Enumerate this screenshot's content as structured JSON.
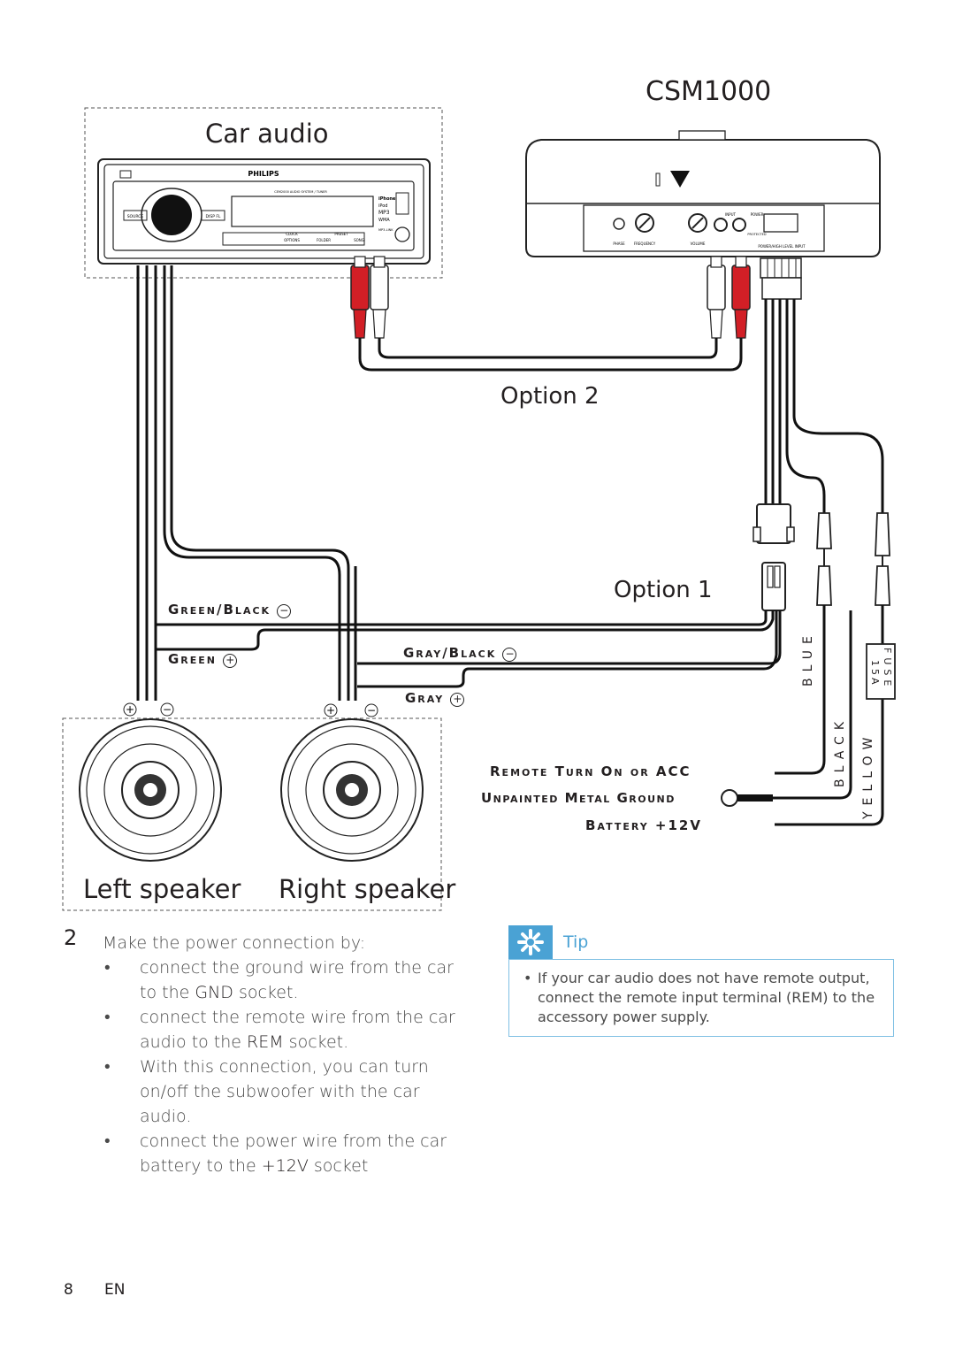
{
  "diagram": {
    "product_label": "CSM1000",
    "car_audio_label": "Car audio",
    "option2_label": "Option 2",
    "option1_label": "Option 1",
    "wire_green_black": "Green/Black",
    "wire_green": "Green",
    "wire_gray_black": "Gray/Black",
    "wire_gray": "Gray",
    "remote_label": "Remote Turn On or ACC",
    "ground_label": "Unpainted Metal Ground",
    "battery_label": "Battery +12V",
    "blue": "BLUE",
    "black": "BLACK",
    "yellow": "YELLOW",
    "fuse": "FUSE",
    "fuse_rating": "15A",
    "left_speaker": "Left speaker",
    "right_speaker": "Right speaker",
    "head_unit": {
      "brand": "PHILIPS",
      "model_line": "CEM2000 AUDIO SYSTEM / TUNER",
      "source": "SOURCE",
      "disp": "DISP FL",
      "options": "OPTIONS",
      "folder": "FOLDER",
      "song": "SONG",
      "clock": "CLOCK",
      "preset": "PRESET",
      "iphone": "iPhone",
      "ipod": "iPod",
      "mp3": "MP3",
      "wma": "WMA",
      "mp3_link": "MP3-LINK"
    },
    "amp": {
      "input": "INPUT",
      "power": "POWER",
      "protected": "PROTECTED",
      "phase": "PHASE",
      "frequency": "FREQUENCY",
      "volume": "VOLUME",
      "power_high_level_input": "POWER/HIGH LEVEL INPUT"
    }
  },
  "instructions": {
    "step_number": "2",
    "intro": "Make the power connection by:",
    "bullets": [
      [
        "connect the ground wire from the car to the ",
        "GND",
        " socket."
      ],
      [
        "connect the remote wire from the car audio to the ",
        "REM",
        " socket."
      ],
      [
        "With this connection, you can turn on/off the subwoofer with the car audio.",
        "",
        ""
      ],
      [
        "connect the power wire from the car battery to the ",
        "+12V",
        " socket"
      ]
    ]
  },
  "tip": {
    "title": "Tip",
    "text": "If your car audio does not have remote output, connect the remote input terminal (REM) to the accessory power supply."
  },
  "footer": {
    "page_number": "8",
    "language": "EN"
  },
  "colors": {
    "accent": "#4aa2d4",
    "rca_red": "#d21f26",
    "ink": "#231f20"
  }
}
